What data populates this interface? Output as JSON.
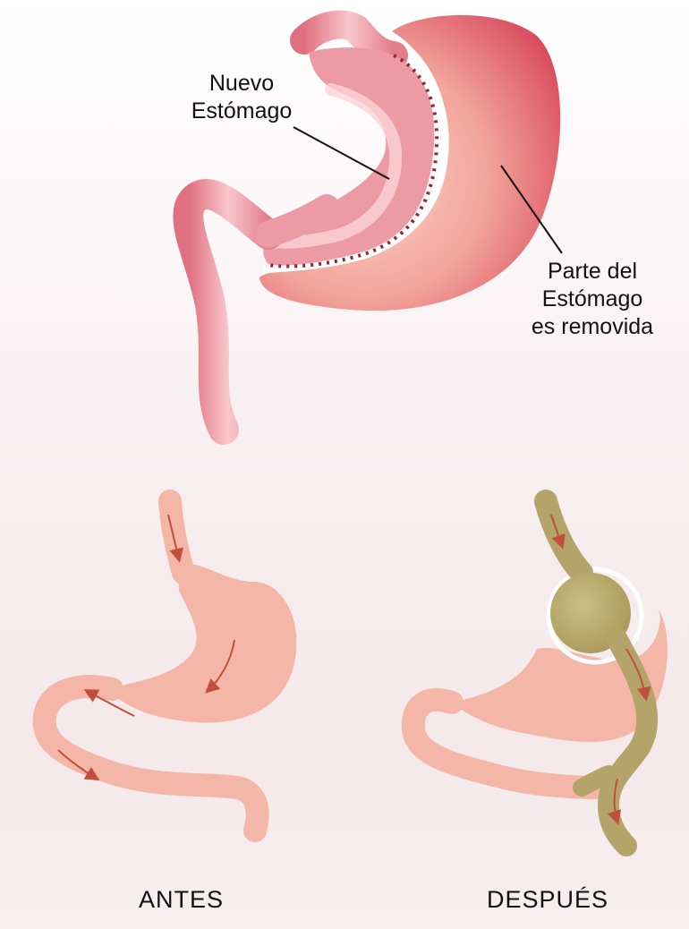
{
  "labels": {
    "new_stomach": [
      "Nuevo",
      "Estómago"
    ],
    "removed_part": [
      "Parte del",
      "Estómago",
      "es removida"
    ]
  },
  "captions": {
    "before": "ANTES",
    "after": "DESPUÉS"
  },
  "colors": {
    "stomach_pink": "#e8808e",
    "removed_red": "#d94a5e",
    "simple_stomach": "#f4b7a7",
    "food_path": "#b5a46a",
    "arrow": "#c0503a",
    "suture": "#8a2a38"
  }
}
